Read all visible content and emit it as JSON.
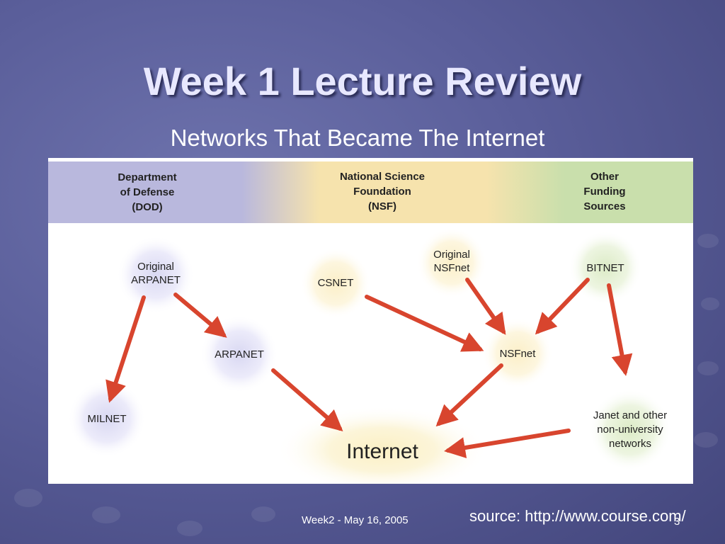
{
  "slide": {
    "title": "Week 1 Lecture Review",
    "subtitle": "Networks That Became The Internet",
    "footer_date": "Week2 - May 16, 2005",
    "page_number": "3",
    "source": "source: http://www.course.com/"
  },
  "diagram": {
    "headers": {
      "dod": [
        "Department",
        "of Defense",
        "(DOD)"
      ],
      "nsf": [
        "National Science",
        "Foundation",
        "(NSF)"
      ],
      "other": [
        "Other",
        "Funding",
        "Sources"
      ]
    },
    "nodes": {
      "original_arpanet": [
        "Original",
        "ARPANET"
      ],
      "arpanet": [
        "ARPANET"
      ],
      "milnet": [
        "MILNET"
      ],
      "csnet": [
        "CSNET"
      ],
      "original_nsfnet": [
        "Original",
        "NSFnet"
      ],
      "nsfnet": [
        "NSFnet"
      ],
      "bitnet": [
        "BITNET"
      ],
      "janet": [
        "Janet and other",
        "non-university",
        "networks"
      ],
      "internet": [
        "Internet"
      ]
    },
    "colors": {
      "dod_band": "#b9b8dd",
      "nsf_band": "#f6e3ad",
      "other_band": "#c9dfac",
      "arrow": "#d8452e"
    }
  }
}
